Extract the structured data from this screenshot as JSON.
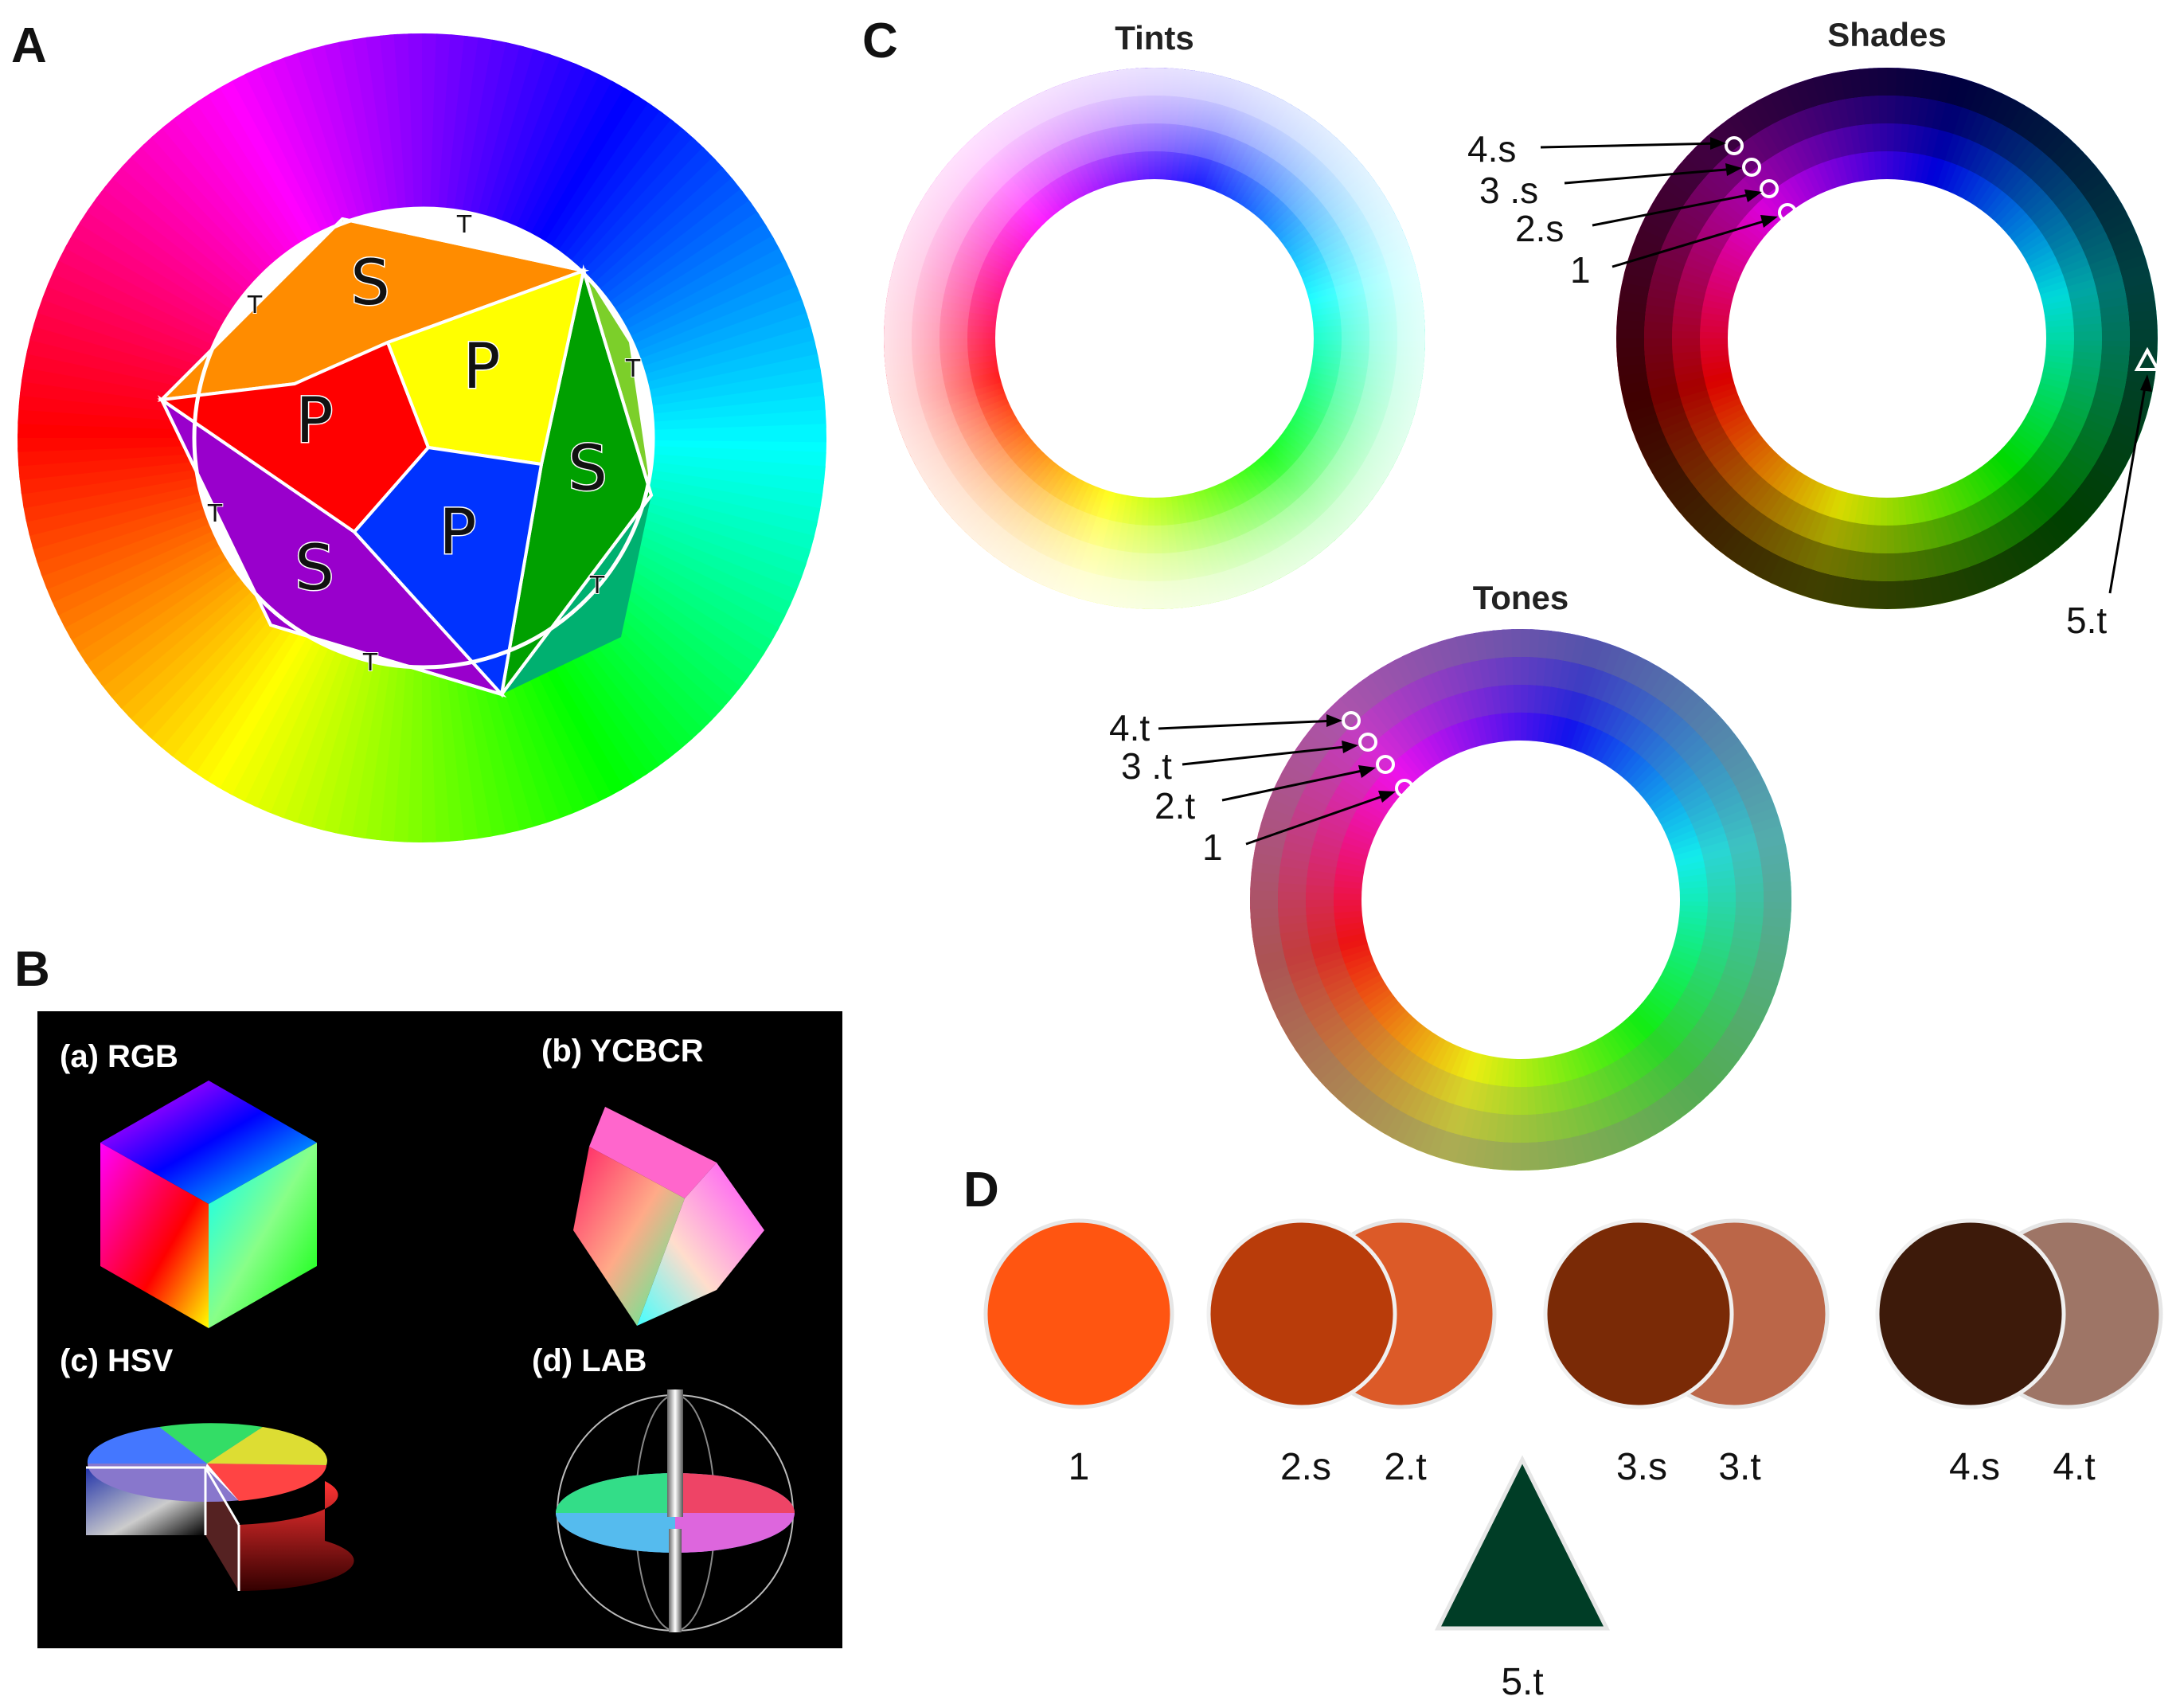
{
  "panels": {
    "a": "A",
    "b": "B",
    "c": "C",
    "d": "D"
  },
  "wheel": {
    "primary_letter": "P",
    "secondary_letter": "S",
    "tertiary_letter": "T",
    "colors": {
      "orange": "#ff8c00",
      "yellow": "#ffff00",
      "red": "#ff0000",
      "blue": "#0033ff",
      "green": "#00a000",
      "purple": "#9900cc"
    }
  },
  "color_spaces": {
    "rgb": "(a) RGB",
    "ycbcr": "(b) YCBCR",
    "hsv": "(c) HSV",
    "lab": "(d) LAB"
  },
  "rings": {
    "tints_title": "Tints",
    "shades_title": "Shades",
    "tones_title": "Tones"
  },
  "callouts": {
    "shades": [
      "4.s",
      "3 .s",
      "2.s",
      "1"
    ],
    "shades_triangle": "5.t",
    "tones": [
      "4.t",
      "3 .t",
      "2.t",
      "1"
    ]
  },
  "swatches": {
    "s1": {
      "label": "1",
      "color": "#ff5511"
    },
    "s2": {
      "shade_label": "2.s",
      "tone_label": "2.t",
      "shade_color": "#b93c0a",
      "tone_color": "#dc5a28"
    },
    "s3": {
      "shade_label": "3.s",
      "tone_label": "3.t",
      "shade_color": "#7a2a06",
      "tone_color": "#bb6648"
    },
    "s4": {
      "shade_label": "4.s",
      "tone_label": "4.t",
      "shade_color": "#3d1a0a",
      "tone_color": "#9e7566"
    },
    "s5": {
      "label": "5.t",
      "color": "#003d26"
    }
  }
}
